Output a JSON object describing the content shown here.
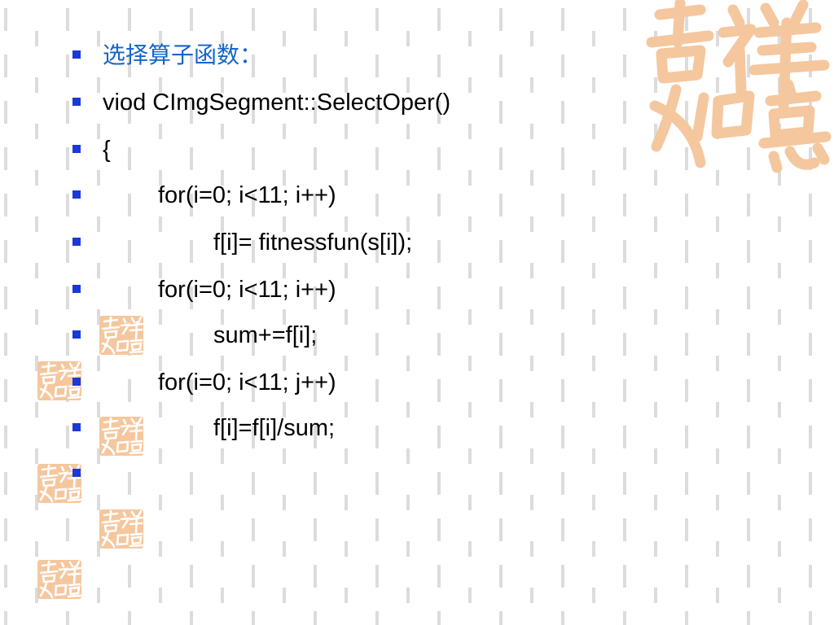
{
  "slide": {
    "lines": [
      {
        "text": "选择算子函数：",
        "style": "heading"
      },
      {
        "text": "viod CImgSegment::SelectOper()"
      },
      {
        "text": "{"
      },
      {
        "text": "for(i=0; i<11; i++)"
      },
      {
        "text": "f[i]= fitnessfun(s[i]);"
      },
      {
        "text": "for(i=0; i<11; i++)"
      },
      {
        "text": "sum+=f[i];"
      },
      {
        "text": "for(i=0; i<11; j++)"
      },
      {
        "text": "f[i]=f[i]/sum;"
      },
      {
        "text": ""
      }
    ]
  },
  "decor": {
    "seal_text": "吉祥如意",
    "seal_color": "#f5c79e",
    "pattern_color": "#dadada",
    "bullet_color": "#1a39d6",
    "heading_color": "#1565c8"
  }
}
